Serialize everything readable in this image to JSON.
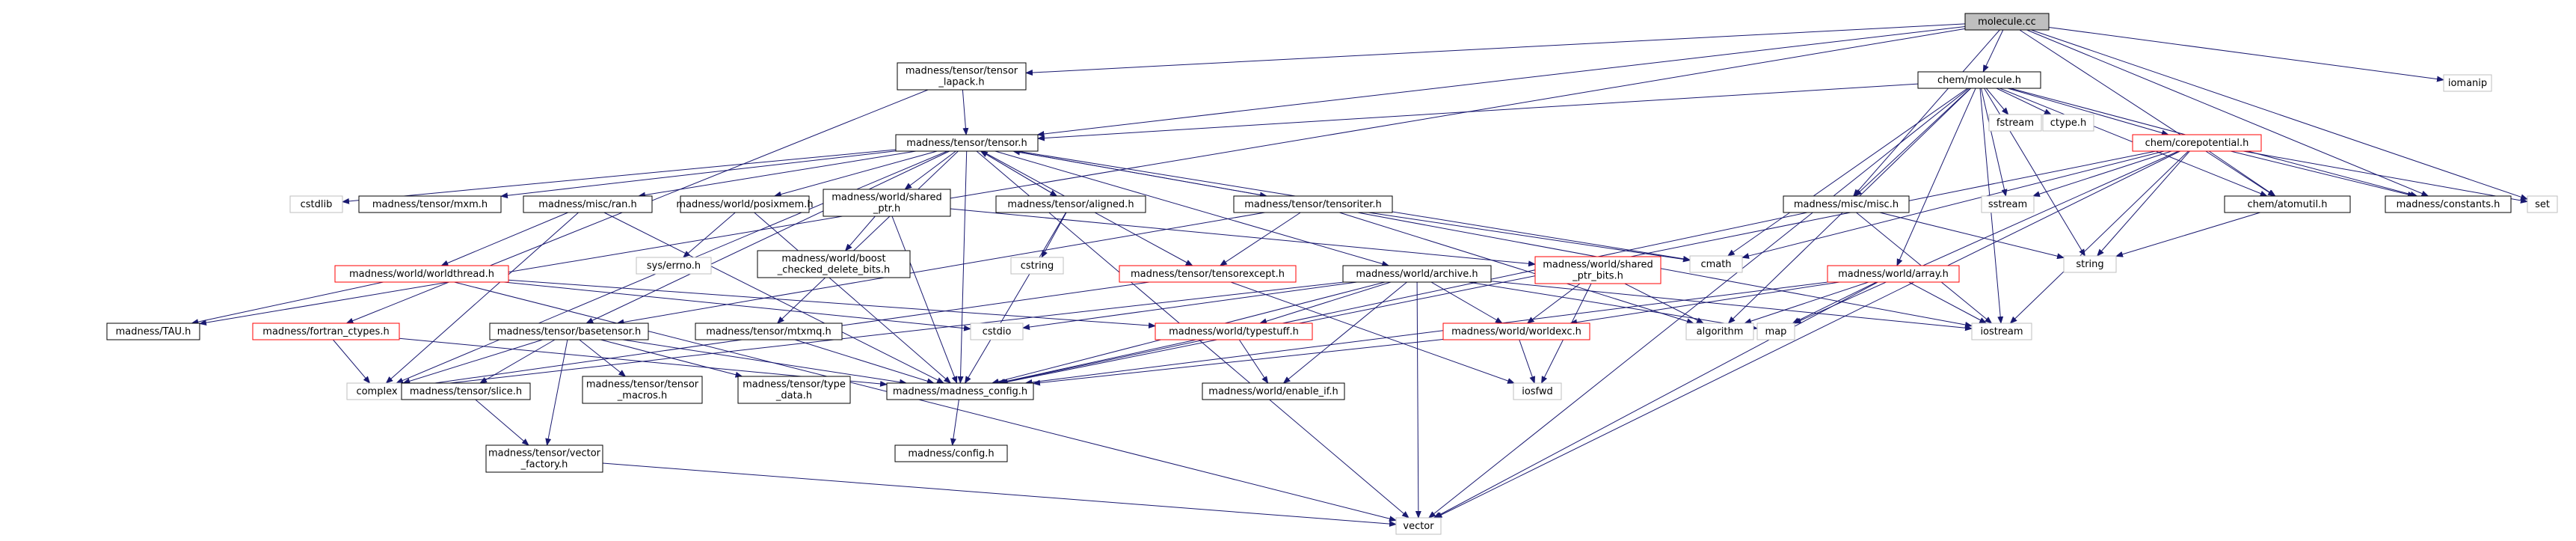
{
  "colors": {
    "edge": "#191970",
    "border_default": "#000000",
    "border_external": "#bfbfbf",
    "border_incomplete": "#ff0000",
    "fill_root": "#bfbfbf",
    "fill_default": "#ffffff"
  },
  "nodes": [
    {
      "id": "molecule_cc",
      "lines": [
        "molecule.cc"
      ],
      "kind": "root"
    },
    {
      "id": "tensor_lapack",
      "lines": [
        "madness/tensor/tensor",
        "_lapack.h"
      ],
      "kind": "normal"
    },
    {
      "id": "chem_molecule",
      "lines": [
        "chem/molecule.h"
      ],
      "kind": "normal"
    },
    {
      "id": "iomanip",
      "lines": [
        "iomanip"
      ],
      "kind": "external"
    },
    {
      "id": "tensor_h",
      "lines": [
        "madness/tensor/tensor.h"
      ],
      "kind": "normal"
    },
    {
      "id": "fstream",
      "lines": [
        "fstream"
      ],
      "kind": "external"
    },
    {
      "id": "ctype_h",
      "lines": [
        "ctype.h"
      ],
      "kind": "external"
    },
    {
      "id": "corepotential",
      "lines": [
        "chem/corepotential.h"
      ],
      "kind": "incomplete"
    },
    {
      "id": "cstdlib",
      "lines": [
        "cstdlib"
      ],
      "kind": "external"
    },
    {
      "id": "mxm_h",
      "lines": [
        "madness/tensor/mxm.h"
      ],
      "kind": "normal"
    },
    {
      "id": "ran_h",
      "lines": [
        "madness/misc/ran.h"
      ],
      "kind": "normal"
    },
    {
      "id": "posixmem",
      "lines": [
        "madness/world/posixmem.h"
      ],
      "kind": "normal"
    },
    {
      "id": "shared_ptr",
      "lines": [
        "madness/world/shared",
        "_ptr.h"
      ],
      "kind": "normal"
    },
    {
      "id": "aligned_h",
      "lines": [
        "madness/tensor/aligned.h"
      ],
      "kind": "normal"
    },
    {
      "id": "tensoriter",
      "lines": [
        "madness/tensor/tensoriter.h"
      ],
      "kind": "normal"
    },
    {
      "id": "misc_h",
      "lines": [
        "madness/misc/misc.h"
      ],
      "kind": "normal"
    },
    {
      "id": "sstream",
      "lines": [
        "sstream"
      ],
      "kind": "external"
    },
    {
      "id": "atomutil",
      "lines": [
        "chem/atomutil.h"
      ],
      "kind": "normal"
    },
    {
      "id": "constants",
      "lines": [
        "madness/constants.h"
      ],
      "kind": "normal"
    },
    {
      "id": "set",
      "lines": [
        "set"
      ],
      "kind": "external"
    },
    {
      "id": "sys_errno",
      "lines": [
        "sys/errno.h"
      ],
      "kind": "external"
    },
    {
      "id": "boost_cdb",
      "lines": [
        "madness/world/boost",
        "_checked_delete_bits.h"
      ],
      "kind": "normal"
    },
    {
      "id": "cstring",
      "lines": [
        "cstring"
      ],
      "kind": "external"
    },
    {
      "id": "cmath",
      "lines": [
        "cmath"
      ],
      "kind": "external"
    },
    {
      "id": "string",
      "lines": [
        "string"
      ],
      "kind": "external"
    },
    {
      "id": "worldthread",
      "lines": [
        "madness/world/worldthread.h"
      ],
      "kind": "incomplete"
    },
    {
      "id": "tensorexcept",
      "lines": [
        "madness/tensor/tensorexcept.h"
      ],
      "kind": "incomplete"
    },
    {
      "id": "archive_h",
      "lines": [
        "madness/world/archive.h"
      ],
      "kind": "normal"
    },
    {
      "id": "shared_ptr_bits",
      "lines": [
        "madness/world/shared",
        "_ptr_bits.h"
      ],
      "kind": "incomplete"
    },
    {
      "id": "array_h",
      "lines": [
        "madness/world/array.h"
      ],
      "kind": "incomplete"
    },
    {
      "id": "tau_h",
      "lines": [
        "madness/TAU.h"
      ],
      "kind": "normal"
    },
    {
      "id": "fortran_ctypes",
      "lines": [
        "madness/fortran_ctypes.h"
      ],
      "kind": "incomplete"
    },
    {
      "id": "basetensor",
      "lines": [
        "madness/tensor/basetensor.h"
      ],
      "kind": "normal"
    },
    {
      "id": "mtxmq",
      "lines": [
        "madness/tensor/mtxmq.h"
      ],
      "kind": "normal"
    },
    {
      "id": "cstdio",
      "lines": [
        "cstdio"
      ],
      "kind": "external"
    },
    {
      "id": "typestuff",
      "lines": [
        "madness/world/typestuff.h"
      ],
      "kind": "incomplete"
    },
    {
      "id": "map",
      "lines": [
        "map"
      ],
      "kind": "external"
    },
    {
      "id": "worldexc",
      "lines": [
        "madness/world/worldexc.h"
      ],
      "kind": "incomplete"
    },
    {
      "id": "algorithm",
      "lines": [
        "algorithm"
      ],
      "kind": "external"
    },
    {
      "id": "iostream",
      "lines": [
        "iostream"
      ],
      "kind": "external"
    },
    {
      "id": "complex",
      "lines": [
        "complex"
      ],
      "kind": "external"
    },
    {
      "id": "slice_h",
      "lines": [
        "madness/tensor/slice.h"
      ],
      "kind": "normal"
    },
    {
      "id": "tensor_macros",
      "lines": [
        "madness/tensor/tensor",
        "_macros.h"
      ],
      "kind": "normal"
    },
    {
      "id": "type_data",
      "lines": [
        "madness/tensor/type",
        "_data.h"
      ],
      "kind": "normal"
    },
    {
      "id": "madness_config",
      "lines": [
        "madness/madness_config.h"
      ],
      "kind": "normal"
    },
    {
      "id": "enable_if",
      "lines": [
        "madness/world/enable_if.h"
      ],
      "kind": "normal"
    },
    {
      "id": "iosfwd",
      "lines": [
        "iosfwd"
      ],
      "kind": "external"
    },
    {
      "id": "config_h",
      "lines": [
        "madness/config.h"
      ],
      "kind": "normal"
    },
    {
      "id": "vector_factory",
      "lines": [
        "madness/tensor/vector",
        "_factory.h"
      ],
      "kind": "normal"
    },
    {
      "id": "vector",
      "lines": [
        "vector"
      ],
      "kind": "external"
    }
  ],
  "edges": [
    [
      "molecule_cc",
      "tensor_lapack"
    ],
    [
      "molecule_cc",
      "chem_molecule"
    ],
    [
      "molecule_cc",
      "iomanip"
    ],
    [
      "molecule_cc",
      "tensor_h"
    ],
    [
      "molecule_cc",
      "misc_h"
    ],
    [
      "molecule_cc",
      "atomutil"
    ],
    [
      "molecule_cc",
      "constants"
    ],
    [
      "molecule_cc",
      "set"
    ],
    [
      "molecule_cc",
      "tau_h"
    ],
    [
      "tensor_lapack",
      "tensor_h"
    ],
    [
      "tensor_lapack",
      "fortran_ctypes"
    ],
    [
      "chem_molecule",
      "tensor_h"
    ],
    [
      "chem_molecule",
      "fstream"
    ],
    [
      "chem_molecule",
      "ctype_h"
    ],
    [
      "chem_molecule",
      "corepotential"
    ],
    [
      "chem_molecule",
      "misc_h"
    ],
    [
      "chem_molecule",
      "sstream"
    ],
    [
      "chem_molecule",
      "atomutil"
    ],
    [
      "chem_molecule",
      "constants"
    ],
    [
      "chem_molecule",
      "cmath"
    ],
    [
      "chem_molecule",
      "string"
    ],
    [
      "chem_molecule",
      "array_h"
    ],
    [
      "chem_molecule",
      "algorithm"
    ],
    [
      "chem_molecule",
      "iostream"
    ],
    [
      "chem_molecule",
      "vector"
    ],
    [
      "tensor_h",
      "cstdlib"
    ],
    [
      "tensor_h",
      "mxm_h"
    ],
    [
      "tensor_h",
      "ran_h"
    ],
    [
      "tensor_h",
      "posixmem"
    ],
    [
      "tensor_h",
      "shared_ptr"
    ],
    [
      "tensor_h",
      "aligned_h"
    ],
    [
      "tensor_h",
      "tensoriter"
    ],
    [
      "tensor_h",
      "tensorexcept"
    ],
    [
      "tensor_h",
      "basetensor"
    ],
    [
      "tensor_h",
      "mtxmq"
    ],
    [
      "tensor_h",
      "madness_config"
    ],
    [
      "tensor_h",
      "cmath"
    ],
    [
      "tensor_h",
      "archive_h"
    ],
    [
      "tensor_h",
      "complex"
    ],
    [
      "tensor_h",
      "vector"
    ],
    [
      "corepotential",
      "atomutil"
    ],
    [
      "corepotential",
      "constants"
    ],
    [
      "corepotential",
      "cmath"
    ],
    [
      "corepotential",
      "string"
    ],
    [
      "corepotential",
      "set"
    ],
    [
      "corepotential",
      "sstream"
    ],
    [
      "corepotential",
      "map"
    ],
    [
      "corepotential",
      "iostream"
    ],
    [
      "corepotential",
      "vector"
    ],
    [
      "corepotential",
      "madness_config"
    ],
    [
      "ran_h",
      "worldthread"
    ],
    [
      "ran_h",
      "madness_config"
    ],
    [
      "ran_h",
      "complex"
    ],
    [
      "posixmem",
      "sys_errno"
    ],
    [
      "posixmem",
      "madness_config"
    ],
    [
      "shared_ptr",
      "boost_cdb"
    ],
    [
      "shared_ptr",
      "shared_ptr_bits"
    ],
    [
      "shared_ptr",
      "madness_config"
    ],
    [
      "aligned_h",
      "cstring"
    ],
    [
      "aligned_h",
      "madness_config"
    ],
    [
      "aligned_h",
      "tensor_h"
    ],
    [
      "tensoriter",
      "tensor_h"
    ],
    [
      "tensoriter",
      "tensorexcept"
    ],
    [
      "tensoriter",
      "cmath"
    ],
    [
      "tensoriter",
      "algorithm"
    ],
    [
      "tensoriter",
      "iostream"
    ],
    [
      "tensoriter",
      "basetensor"
    ],
    [
      "misc_h",
      "string"
    ],
    [
      "misc_h",
      "iostream"
    ],
    [
      "misc_h",
      "madness_config"
    ],
    [
      "atomutil",
      "string"
    ],
    [
      "worldthread",
      "tau_h"
    ],
    [
      "worldthread",
      "typestuff"
    ],
    [
      "worldthread",
      "cstdio"
    ],
    [
      "worldthread",
      "vector"
    ],
    [
      "tensorexcept",
      "iosfwd"
    ],
    [
      "tensorexcept",
      "complex"
    ],
    [
      "archive_h",
      "typestuff"
    ],
    [
      "archive_h",
      "worldexc"
    ],
    [
      "archive_h",
      "madness_config"
    ],
    [
      "archive_h",
      "enable_if"
    ],
    [
      "archive_h",
      "map"
    ],
    [
      "archive_h",
      "iostream"
    ],
    [
      "archive_h",
      "complex"
    ],
    [
      "archive_h",
      "cstdio"
    ],
    [
      "archive_h",
      "vector"
    ],
    [
      "shared_ptr_bits",
      "worldexc"
    ],
    [
      "shared_ptr_bits",
      "algorithm"
    ],
    [
      "shared_ptr_bits",
      "iosfwd"
    ],
    [
      "array_h",
      "worldexc"
    ],
    [
      "array_h",
      "madness_config"
    ],
    [
      "array_h",
      "iostream"
    ],
    [
      "array_h",
      "vector"
    ],
    [
      "array_h",
      "algorithm"
    ],
    [
      "array_h",
      "map"
    ],
    [
      "fortran_ctypes",
      "complex"
    ],
    [
      "fortran_ctypes",
      "madness_config"
    ],
    [
      "basetensor",
      "slice_h"
    ],
    [
      "basetensor",
      "tensor_macros"
    ],
    [
      "basetensor",
      "type_data"
    ],
    [
      "basetensor",
      "madness_config"
    ],
    [
      "basetensor",
      "complex"
    ],
    [
      "basetensor",
      "vector_factory"
    ],
    [
      "mtxmq",
      "madness_config"
    ],
    [
      "typestuff",
      "enable_if"
    ],
    [
      "typestuff",
      "madness_config"
    ],
    [
      "worldexc",
      "iosfwd"
    ],
    [
      "worldexc",
      "madness_config"
    ],
    [
      "slice_h",
      "vector_factory"
    ],
    [
      "madness_config",
      "config_h"
    ],
    [
      "vector_factory",
      "vector"
    ]
  ]
}
